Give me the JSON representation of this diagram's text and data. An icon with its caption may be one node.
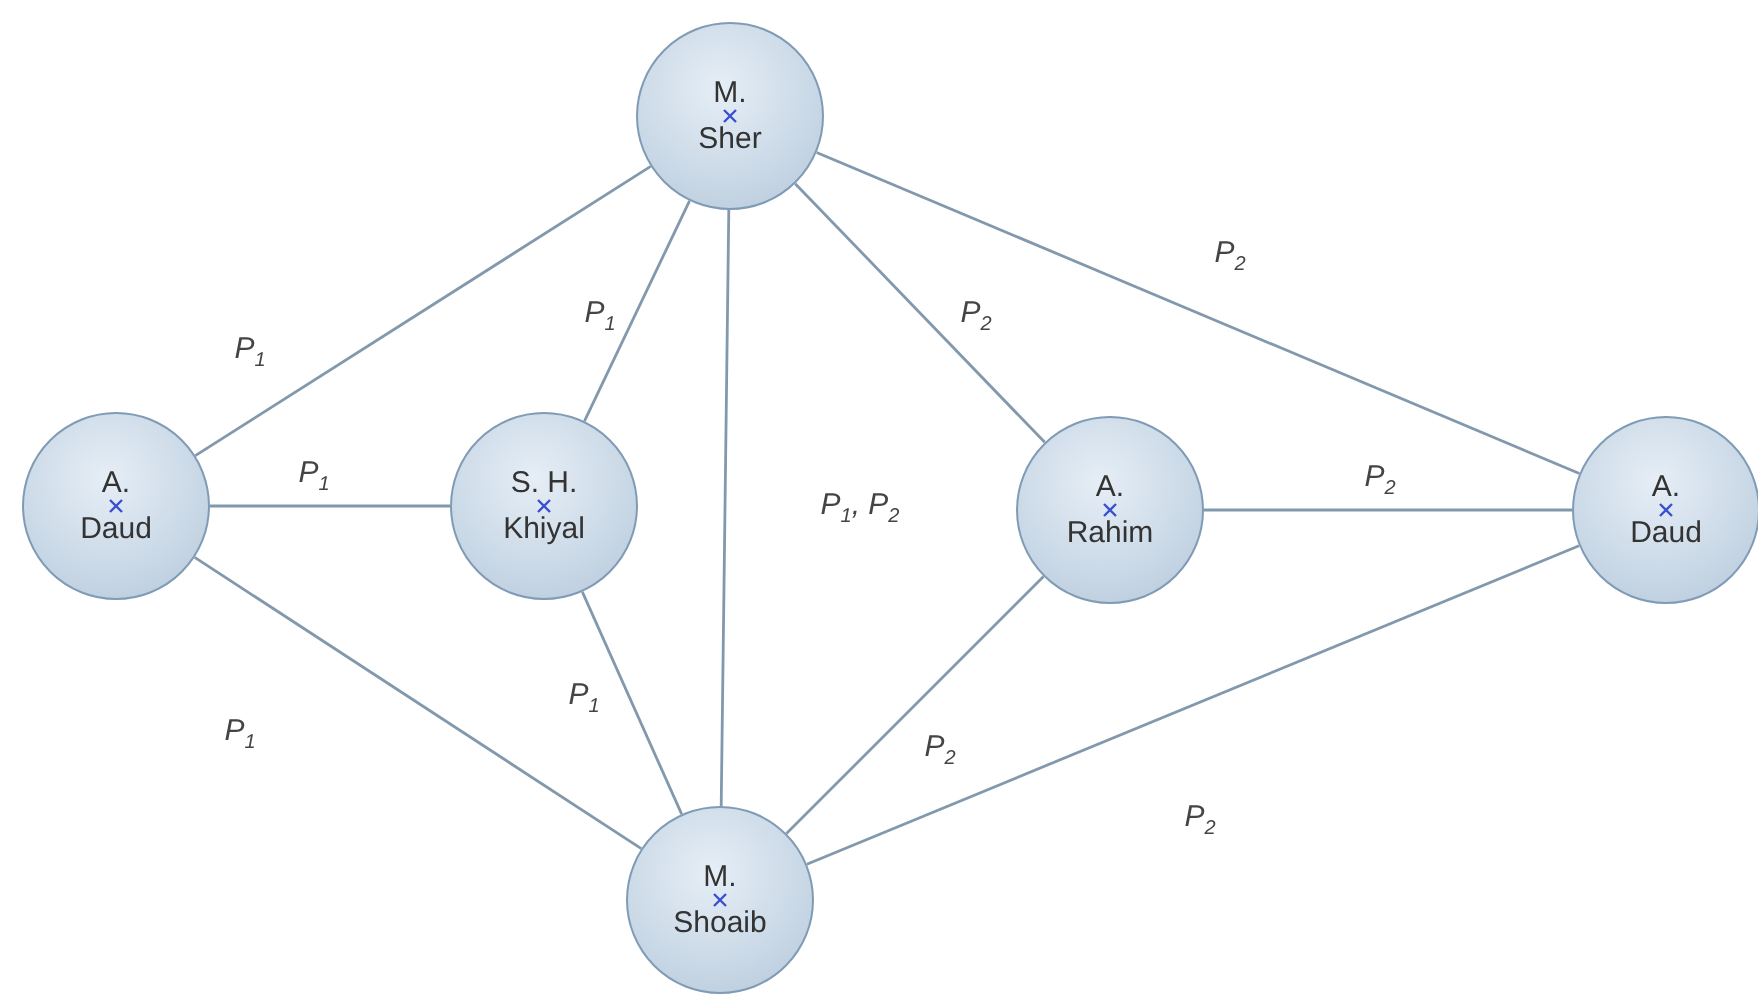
{
  "diagram": {
    "nodes": [
      {
        "text": [
          "M. Sher"
        ]
      },
      {
        "text": [
          "A. Daud"
        ]
      },
      {
        "text": [
          "S. H. Khiyal"
        ]
      },
      {
        "text": [
          "A. Rahim"
        ]
      },
      {
        "text": [
          "A. Daud"
        ]
      },
      {
        "text": [
          "M. Shoaib"
        ]
      }
    ],
    "edges": [
      {
        "from": 1,
        "to": 0,
        "arrow": "none",
        "label": "P$_{1}$"
      },
      {
        "from": 1,
        "to": 2,
        "arrow": "none",
        "label": "P$_{1}$"
      },
      {
        "from": 1,
        "to": 5,
        "arrow": "none",
        "label": "P$_{1}$"
      },
      {
        "from": 2,
        "to": 0,
        "arrow": "none",
        "label": "P$_{1}$"
      },
      {
        "from": 2,
        "to": 5,
        "arrow": "none",
        "label": "P$_{1}$"
      },
      {
        "from": 0,
        "to": 5,
        "arrow": "none",
        "label": "P$_{1}$, P$_{2}$"
      },
      {
        "from": 0,
        "to": 3,
        "arrow": "none",
        "label": "P$_{2}$"
      },
      {
        "from": 0,
        "to": 4,
        "arrow": "none",
        "label": "P$_{2}$"
      },
      {
        "from": 3,
        "to": 4,
        "arrow": "none",
        "label": "P$_{2}$"
      },
      {
        "from": 3,
        "to": 5,
        "arrow": "none",
        "label": "P$_{2}$"
      },
      {
        "from": 4,
        "to": 5,
        "arrow": "none",
        "label": "P$_{2}$"
      }
    ]
  }
}
